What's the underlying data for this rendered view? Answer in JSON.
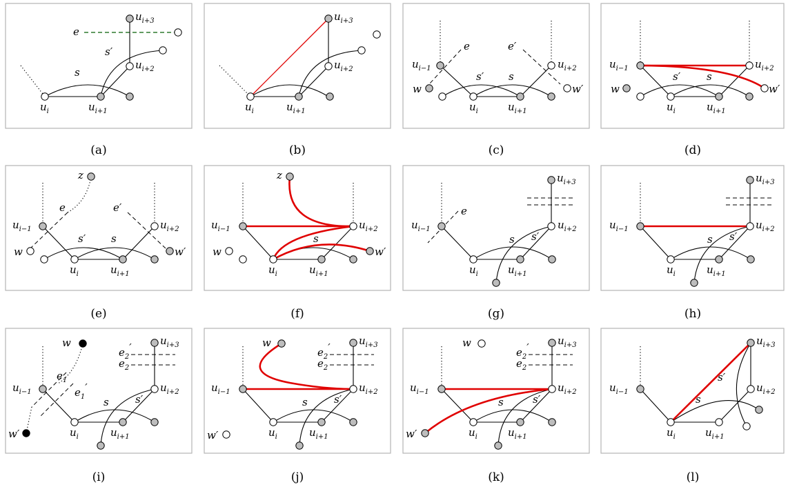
{
  "panels": [
    {
      "caption": "(a)",
      "labels": [
        {
          "base": "u",
          "sub": "i+3",
          "prime": ""
        },
        {
          "base": "e",
          "sub": "",
          "prime": ""
        },
        {
          "base": "s",
          "sub": "",
          "prime": "′"
        },
        {
          "base": "u",
          "sub": "i+2",
          "prime": ""
        },
        {
          "base": "s",
          "sub": "",
          "prime": ""
        },
        {
          "base": "u",
          "sub": "i",
          "prime": ""
        },
        {
          "base": "u",
          "sub": "i+1",
          "prime": ""
        }
      ]
    },
    {
      "caption": "(b)",
      "labels": [
        {
          "base": "u",
          "sub": "i+3",
          "prime": ""
        },
        {
          "base": "u",
          "sub": "i+2",
          "prime": ""
        },
        {
          "base": "u",
          "sub": "i",
          "prime": ""
        },
        {
          "base": "u",
          "sub": "i+1",
          "prime": ""
        }
      ]
    },
    {
      "caption": "(c)",
      "labels": [
        {
          "base": "e",
          "sub": "",
          "prime": ""
        },
        {
          "base": "e",
          "sub": "",
          "prime": "′"
        },
        {
          "base": "u",
          "sub": "i−1",
          "prime": ""
        },
        {
          "base": "u",
          "sub": "i+2",
          "prime": ""
        },
        {
          "base": "s",
          "sub": "",
          "prime": "′"
        },
        {
          "base": "s",
          "sub": "",
          "prime": ""
        },
        {
          "base": "w",
          "sub": "",
          "prime": ""
        },
        {
          "base": "w",
          "sub": "",
          "prime": "′"
        },
        {
          "base": "u",
          "sub": "i",
          "prime": ""
        },
        {
          "base": "u",
          "sub": "i+1",
          "prime": ""
        }
      ]
    },
    {
      "caption": "(d)",
      "labels": [
        {
          "base": "u",
          "sub": "i−1",
          "prime": ""
        },
        {
          "base": "u",
          "sub": "i+2",
          "prime": ""
        },
        {
          "base": "s",
          "sub": "",
          "prime": "′"
        },
        {
          "base": "s",
          "sub": "",
          "prime": ""
        },
        {
          "base": "w",
          "sub": "",
          "prime": ""
        },
        {
          "base": "w",
          "sub": "",
          "prime": "′"
        },
        {
          "base": "u",
          "sub": "i",
          "prime": ""
        },
        {
          "base": "u",
          "sub": "i+1",
          "prime": ""
        }
      ]
    },
    {
      "caption": "(e)",
      "labels": [
        {
          "base": "z",
          "sub": "",
          "prime": ""
        },
        {
          "base": "e",
          "sub": "",
          "prime": ""
        },
        {
          "base": "e",
          "sub": "",
          "prime": "′"
        },
        {
          "base": "u",
          "sub": "i−1",
          "prime": ""
        },
        {
          "base": "u",
          "sub": "i+2",
          "prime": ""
        },
        {
          "base": "s",
          "sub": "",
          "prime": "′"
        },
        {
          "base": "s",
          "sub": "",
          "prime": ""
        },
        {
          "base": "w",
          "sub": "",
          "prime": ""
        },
        {
          "base": "w",
          "sub": "",
          "prime": "′"
        },
        {
          "base": "u",
          "sub": "i",
          "prime": ""
        },
        {
          "base": "u",
          "sub": "i+1",
          "prime": ""
        }
      ]
    },
    {
      "caption": "(f)",
      "labels": [
        {
          "base": "z",
          "sub": "",
          "prime": ""
        },
        {
          "base": "u",
          "sub": "i−1",
          "prime": ""
        },
        {
          "base": "u",
          "sub": "i+2",
          "prime": ""
        },
        {
          "base": "s",
          "sub": "",
          "prime": ""
        },
        {
          "base": "w",
          "sub": "",
          "prime": ""
        },
        {
          "base": "w",
          "sub": "",
          "prime": "′"
        },
        {
          "base": "u",
          "sub": "i",
          "prime": ""
        },
        {
          "base": "u",
          "sub": "i+1",
          "prime": ""
        }
      ]
    },
    {
      "caption": "(g)",
      "labels": [
        {
          "base": "u",
          "sub": "i+3",
          "prime": ""
        },
        {
          "base": "e",
          "sub": "",
          "prime": ""
        },
        {
          "base": "u",
          "sub": "i−1",
          "prime": ""
        },
        {
          "base": "u",
          "sub": "i+2",
          "prime": ""
        },
        {
          "base": "s",
          "sub": "",
          "prime": ""
        },
        {
          "base": "s",
          "sub": "",
          "prime": "′"
        },
        {
          "base": "u",
          "sub": "i",
          "prime": ""
        },
        {
          "base": "u",
          "sub": "i+1",
          "prime": ""
        }
      ]
    },
    {
      "caption": "(h)",
      "labels": [
        {
          "base": "u",
          "sub": "i+3",
          "prime": ""
        },
        {
          "base": "u",
          "sub": "i−1",
          "prime": ""
        },
        {
          "base": "u",
          "sub": "i+2",
          "prime": ""
        },
        {
          "base": "s",
          "sub": "",
          "prime": ""
        },
        {
          "base": "s",
          "sub": "",
          "prime": "′"
        },
        {
          "base": "u",
          "sub": "i",
          "prime": ""
        },
        {
          "base": "u",
          "sub": "i+1",
          "prime": ""
        }
      ]
    },
    {
      "caption": "(i)",
      "labels": [
        {
          "base": "w",
          "sub": "",
          "prime": ""
        },
        {
          "base": "u",
          "sub": "i+3",
          "prime": ""
        },
        {
          "base": "e",
          "sub": "2",
          "prime": "′"
        },
        {
          "base": "e",
          "sub": "2",
          "prime": ""
        },
        {
          "base": "e",
          "sub": "1",
          "prime": ""
        },
        {
          "base": "e",
          "sub": "1",
          "prime": "′"
        },
        {
          "base": "u",
          "sub": "i−1",
          "prime": ""
        },
        {
          "base": "u",
          "sub": "i+2",
          "prime": ""
        },
        {
          "base": "s",
          "sub": "",
          "prime": ""
        },
        {
          "base": "s",
          "sub": "",
          "prime": "′"
        },
        {
          "base": "w",
          "sub": "",
          "prime": "′"
        },
        {
          "base": "u",
          "sub": "i",
          "prime": ""
        },
        {
          "base": "u",
          "sub": "i+1",
          "prime": ""
        }
      ]
    },
    {
      "caption": "(j)",
      "labels": [
        {
          "base": "w",
          "sub": "",
          "prime": ""
        },
        {
          "base": "u",
          "sub": "i+3",
          "prime": ""
        },
        {
          "base": "e",
          "sub": "2",
          "prime": "′"
        },
        {
          "base": "e",
          "sub": "2",
          "prime": ""
        },
        {
          "base": "u",
          "sub": "i−1",
          "prime": ""
        },
        {
          "base": "u",
          "sub": "i+2",
          "prime": ""
        },
        {
          "base": "s",
          "sub": "",
          "prime": ""
        },
        {
          "base": "s",
          "sub": "",
          "prime": "′"
        },
        {
          "base": "w",
          "sub": "",
          "prime": "′"
        },
        {
          "base": "u",
          "sub": "i",
          "prime": ""
        },
        {
          "base": "u",
          "sub": "i+1",
          "prime": ""
        }
      ]
    },
    {
      "caption": "(k)",
      "labels": [
        {
          "base": "w",
          "sub": "",
          "prime": ""
        },
        {
          "base": "u",
          "sub": "i+3",
          "prime": ""
        },
        {
          "base": "e",
          "sub": "2",
          "prime": "′"
        },
        {
          "base": "e",
          "sub": "2",
          "prime": ""
        },
        {
          "base": "u",
          "sub": "i−1",
          "prime": ""
        },
        {
          "base": "u",
          "sub": "i+2",
          "prime": ""
        },
        {
          "base": "s",
          "sub": "",
          "prime": ""
        },
        {
          "base": "s",
          "sub": "",
          "prime": "′"
        },
        {
          "base": "w",
          "sub": "",
          "prime": "′"
        },
        {
          "base": "u",
          "sub": "i",
          "prime": ""
        },
        {
          "base": "u",
          "sub": "i+1",
          "prime": ""
        }
      ]
    },
    {
      "caption": "(l)",
      "labels": [
        {
          "base": "u",
          "sub": "i+3",
          "prime": ""
        },
        {
          "base": "s",
          "sub": "",
          "prime": "′"
        },
        {
          "base": "u",
          "sub": "i−1",
          "prime": ""
        },
        {
          "base": "u",
          "sub": "i+2",
          "prime": ""
        },
        {
          "base": "s",
          "sub": "",
          "prime": ""
        },
        {
          "base": "u",
          "sub": "i",
          "prime": ""
        },
        {
          "base": "u",
          "sub": "i+1",
          "prime": ""
        }
      ]
    }
  ]
}
